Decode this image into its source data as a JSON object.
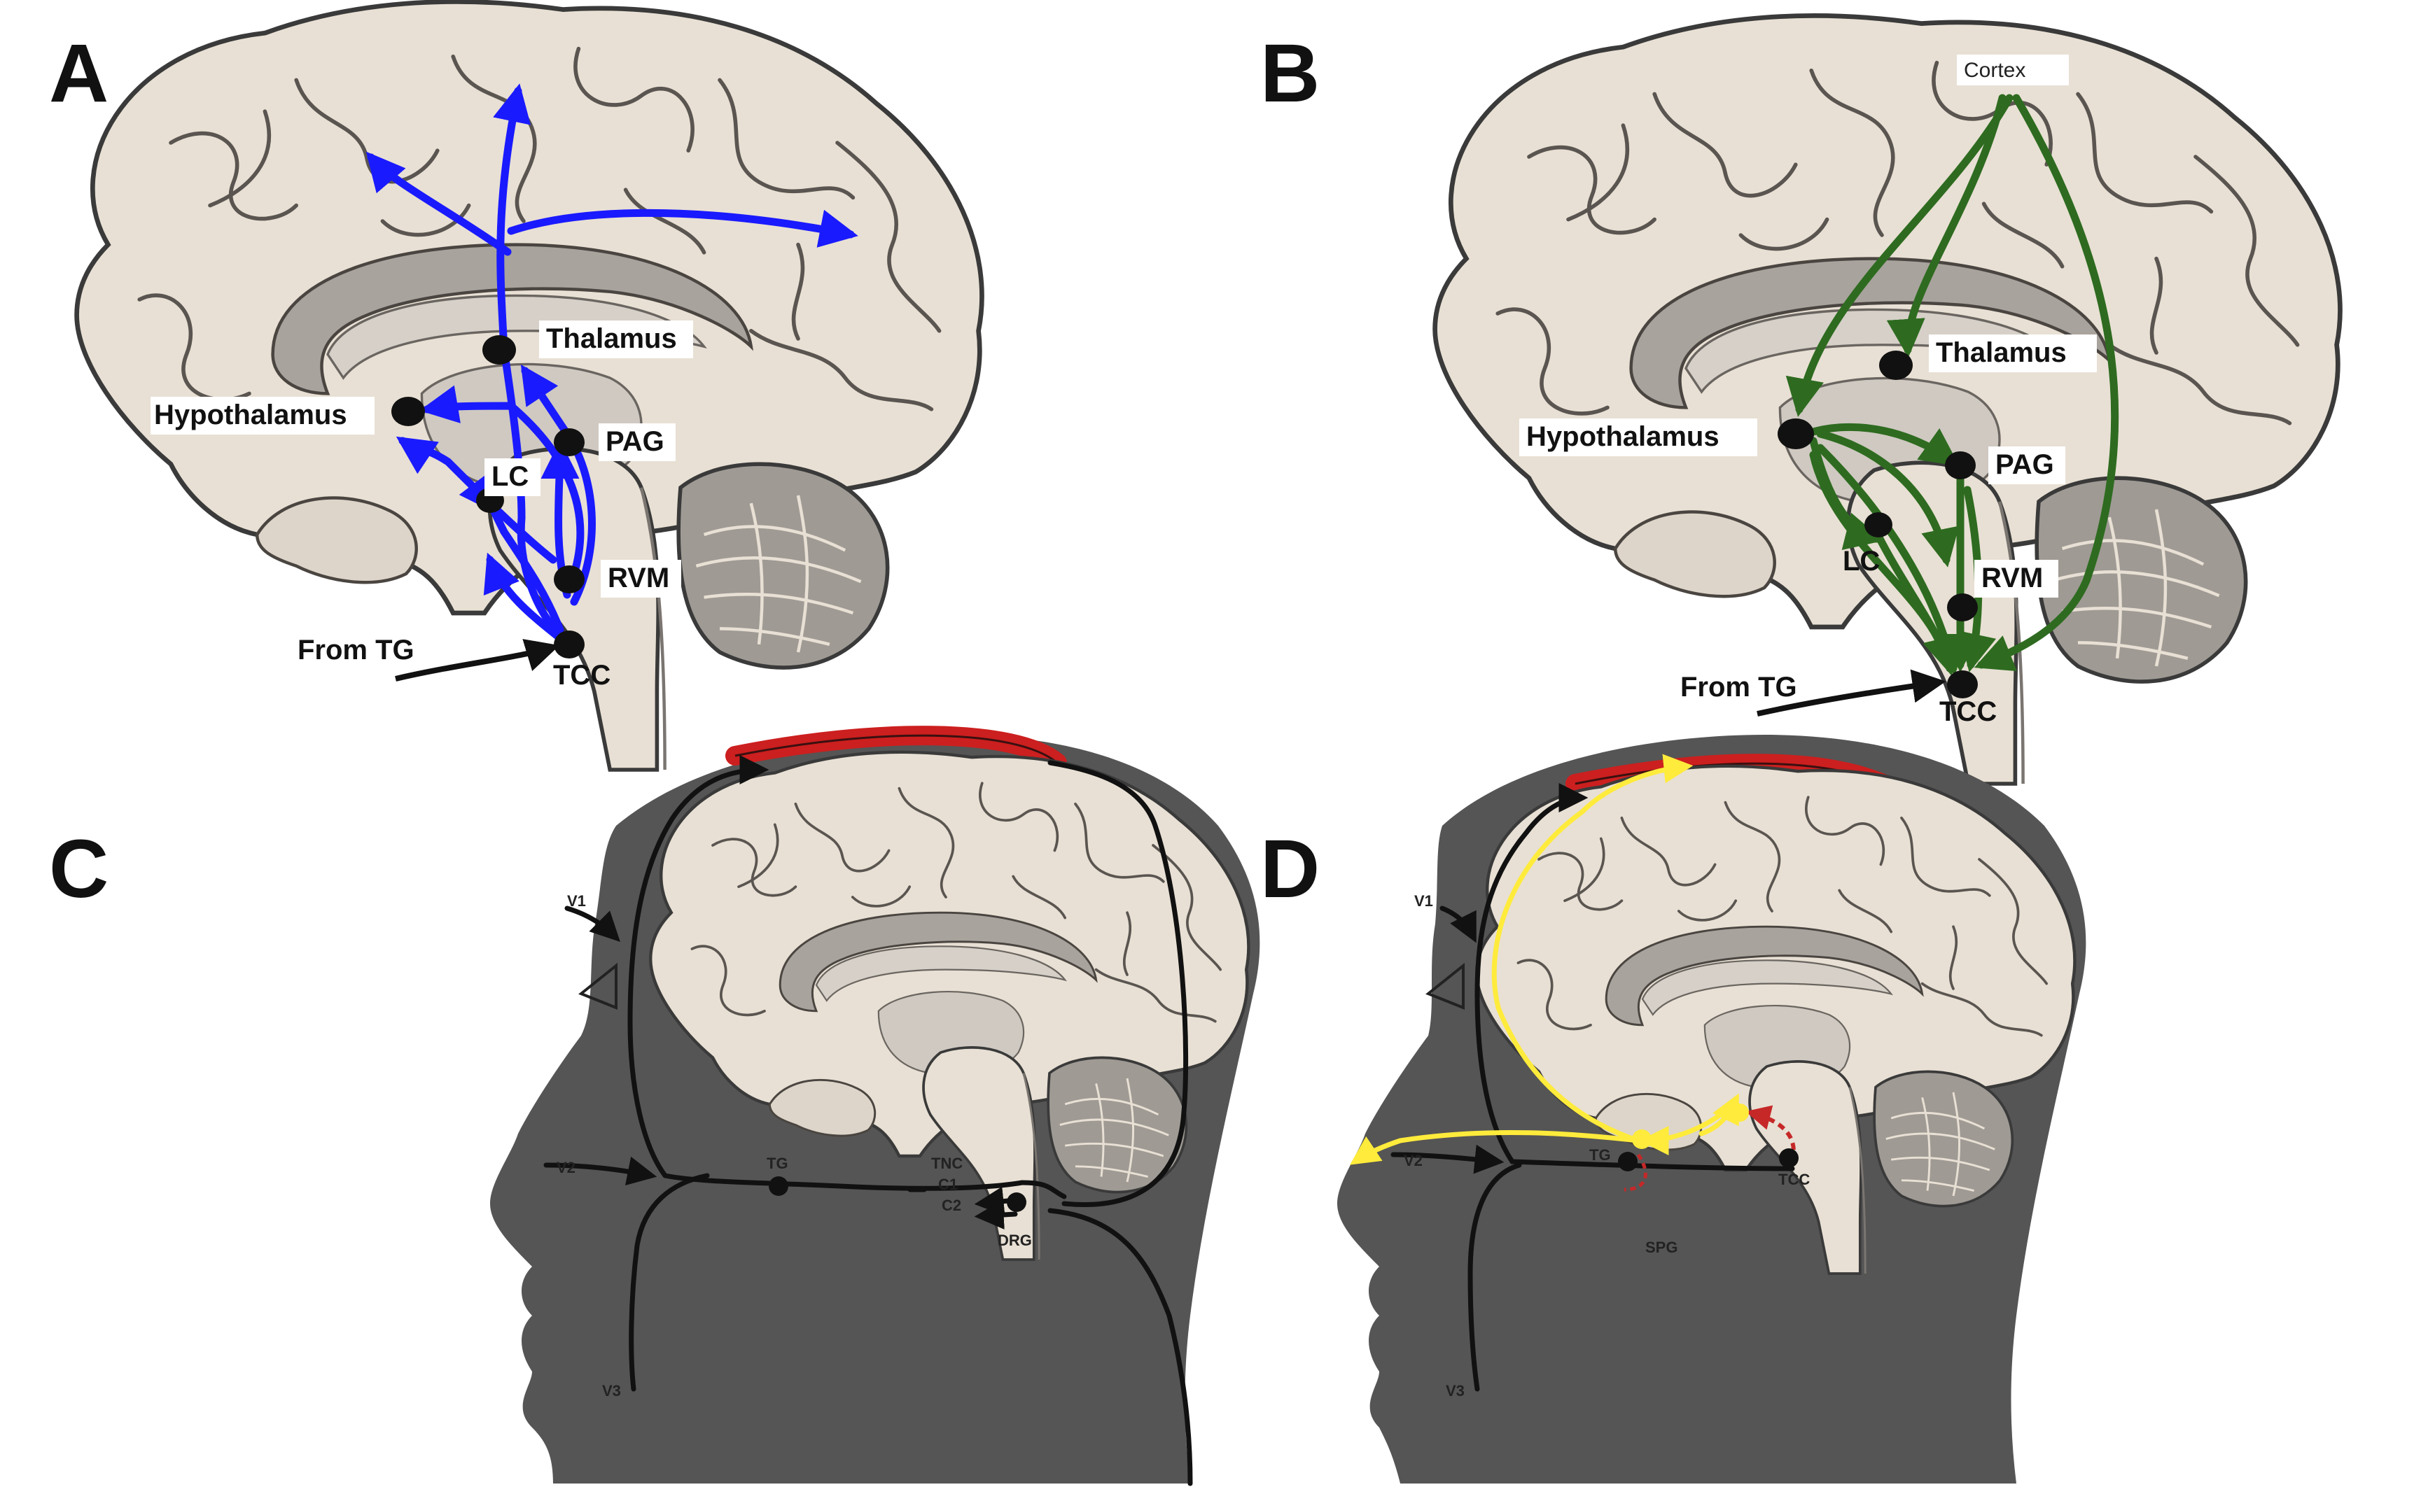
{
  "figure": {
    "panel_letters": [
      "A",
      "B",
      "C",
      "D"
    ],
    "colors": {
      "brain": "#e8e0d4",
      "brain_outline": "#3a3a3a",
      "brain_inner": "#c8c3bc",
      "brain_dark": "#9a9590",
      "head": "#555555",
      "ascending": "#1a1aff",
      "descending": "#2e6b20",
      "nerve": "#111111",
      "dura": "#cc1f1f",
      "yellow": "#ffeb3b",
      "red_dashed": "#c62828"
    }
  },
  "panel_a": {
    "letter": "A",
    "labels": {
      "thalamus": "Thalamus",
      "hypothalamus": "Hypothalamus",
      "pag": "PAG",
      "lc": "LC",
      "rvm": "RVM",
      "tcc": "TCC",
      "from_tg": "From TG"
    }
  },
  "panel_b": {
    "letter": "B",
    "labels": {
      "cortex": "Cortex",
      "thalamus": "Thalamus",
      "hypothalamus": "Hypothalamus",
      "pag": "PAG",
      "lc": "LC",
      "rvm": "RVM",
      "tcc": "TCC",
      "from_tg": "From TG"
    }
  },
  "panel_c": {
    "letter": "C",
    "labels": {
      "v1": "V1",
      "v2": "V2",
      "v3": "V3",
      "tg": "TG",
      "tnc": "TNC",
      "c1": "C1",
      "c2": "C2",
      "drg": "DRG"
    }
  },
  "panel_d": {
    "letter": "D",
    "labels": {
      "v1": "V1",
      "v2": "V2",
      "v3": "V3",
      "tg": "TG",
      "tcc": "TCC",
      "spg": "SPG"
    }
  }
}
